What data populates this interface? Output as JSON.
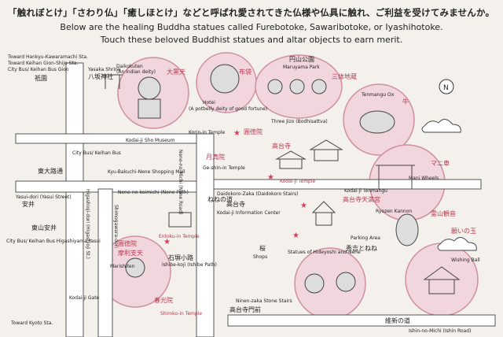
{
  "header": {
    "jp_title": "「触れぼとけ」「さわり仏」「癒しほとけ」などと呼ばれ愛されてきた仏様や仏具に触れ、ご利益を受けてみませんか。",
    "en_line1": "Below are the healing Buddha statues called Furebotoke, Sawaribotoke, or Iyashihotoke.",
    "en_line2": "Touch these beloved Buddhist statues and altar objects to earn merit."
  },
  "places": {
    "toward_hankyu": "Toward Hankyu-Kawaramachi Sta.",
    "toward_keihan": "Toward Keihan Gion-Shijo Sta.",
    "city_bus_gion": "City Bus/ Keihan Bus Gion",
    "gion_jp": "祇園",
    "yasaka_shrine": "Yasaka Shrine",
    "yasaka_jp": "八坂神社",
    "daikokuten": "Daikokuten",
    "daikokuten_sub": "(An Indian deity)",
    "daikokuten_jp": "大黒天",
    "hotei": "Hotei",
    "hotei_sub": "(A potbelly deity of good fortune)",
    "hotei_jp": "布袋",
    "maruyama_park": "Maruyama Park",
    "maruyama_jp": "円山公園",
    "three_jizo": "Three Jizo (Bodhisattva)",
    "three_jizo_jp": "三体地蔵",
    "tenmangu_ox": "Tenmangu Ox",
    "ox_jp": "牛",
    "korin_in": "Korin-in Temple",
    "korin_jp": "圓徳院",
    "geshin_in": "Ge-shin-in Temple",
    "geshin_jp": "月真院",
    "kodaiji_museum": "Kodai-ji Sho Museum",
    "kodaiji_jp": "高台寺",
    "city_bus_keihan": "City Bus/ Keihan Bus",
    "kyu_bakuchi": "Kyu-Bakuchi-Nene Shopping Mall",
    "kodaiji_temple": "Kodai-ji Temple",
    "higashioji_jp": "東大路通",
    "higashioji_en": "Higashioji-dori (Higashioji St.)",
    "yasui_jp": "安井",
    "yasui_en": "Yasui-dori (Yasui Street)",
    "nene_jp": "ねねの道",
    "nene_road": "Nene-no-Michi (Nene Road)",
    "nene_path": "Nene-no-koimichi (Nene Path)",
    "shimogawara": "Shimogawara-dori",
    "daidokoro": "Daidokoro-Zaka (Daidokoro Stairs)",
    "kodaiji_info": "Kodai-ji Information Center",
    "kodaiji_jp2": "高台寺",
    "mani_wheels": "Mani Wheels",
    "mani_jp": "マニ車",
    "kodaiji_tenmangu": "Kodai-ji Tenmangu",
    "kodaiji_tenmangu_jp": "高台寺天満宮",
    "ryozen": "Ryozen Kannon",
    "ryozen_jp": "霊山観音",
    "city_bus_higashi": "City Bus/ Keihan Bus Higashiyama Yasui",
    "higashiyama_jp": "東山安井",
    "entoku_in": "Entoku-in Temple",
    "entoku_jp": "圓徳院",
    "marishiten": "Marishiten",
    "marishiten_jp": "摩利支天",
    "ishibe": "Ishibe-koji (Ishibe Path)",
    "ishibe_jp": "石塀小路",
    "kodaiji_gate": "Kodai-ji Gate",
    "shoppu": "Shops",
    "sakura_jp": "桜",
    "statues": "Statues of Hideyoshi and Nene",
    "parking": "Parking Area",
    "wishing_ball": "Wishing Ball",
    "wishing_jp": "願いの玉",
    "shimko_in": "Shimko-in Temple",
    "shimko_jp": "春光院",
    "ninen_stairs": "Ninen-zaka Stone Stairs",
    "toward_kiyomizu": "Toward Kyoto Sta.",
    "ishin_road": "Ishin-no-Michi (Ishin Road)",
    "ishin_jp": "維新の道",
    "kodaiji_gate_jp": "高台寺門前",
    "hideyoshi_jp": "秀吉とねね",
    "n_symbol": "N"
  },
  "colors": {
    "accent_pink": "#e8aebd",
    "label_red": "#b8384f",
    "road": "#ffffff",
    "road_edge": "#555555",
    "bg": "#f4f1ec"
  }
}
